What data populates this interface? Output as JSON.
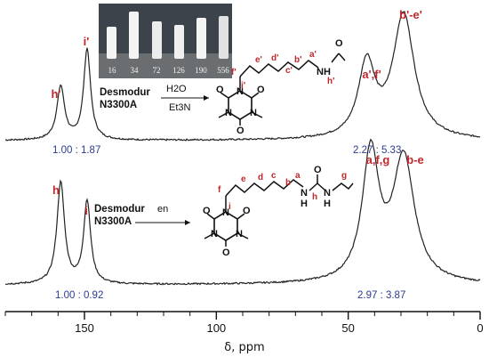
{
  "chart_data": {
    "type": "line",
    "xlabel": "δ, ppm",
    "xlim": [
      180,
      0
    ],
    "x_reversed": true,
    "x_ticks": [
      150,
      100,
      50,
      0
    ],
    "series": [
      {
        "peaks": [
          {
            "label": "h'",
            "x": 159,
            "height": 0.4
          },
          {
            "label": "i'",
            "x": 149,
            "height": 0.68
          },
          {
            "label": "a',f'",
            "x": 43,
            "height": 0.55
          },
          {
            "label": "b'-e'",
            "x": 29,
            "height": 0.93
          }
        ],
        "ratios": [
          "1.00 : 1.87",
          "2.27 : 5.33"
        ]
      },
      {
        "peaks": [
          {
            "label": "h",
            "x": 159,
            "height": 0.76
          },
          {
            "label": "i",
            "x": 149,
            "height": 0.62
          },
          {
            "label": "a,f,g",
            "x": 41.5,
            "height": 0.96
          },
          {
            "label": "b-e",
            "x": 29,
            "height": 0.93
          }
        ],
        "ratios": [
          "1.00 : 0.92",
          "2.97 : 3.87"
        ]
      }
    ]
  },
  "reaction_top": {
    "reagent": "Desmodur\nN3300A",
    "cond_top": "H2O",
    "cond_bottom": "Et3N"
  },
  "reaction_bottom": {
    "reagent": "Desmodur\nN3300A",
    "cond_top": "en"
  },
  "photo": {
    "labels": [
      "16",
      "34",
      "72",
      "126",
      "190",
      "556"
    ]
  },
  "chain_top": {
    "labels": [
      "f'",
      "e'",
      "d'",
      "c'",
      "b'",
      "a'",
      "h'",
      "i'"
    ]
  },
  "chain_bottom": {
    "labels": [
      "f",
      "e",
      "d",
      "c",
      "b",
      "a",
      "h",
      "g",
      "i"
    ]
  },
  "atoms": {
    "O": "O",
    "N": "N",
    "NH": "NH",
    "N_H": "N\nH",
    "H": "H"
  }
}
